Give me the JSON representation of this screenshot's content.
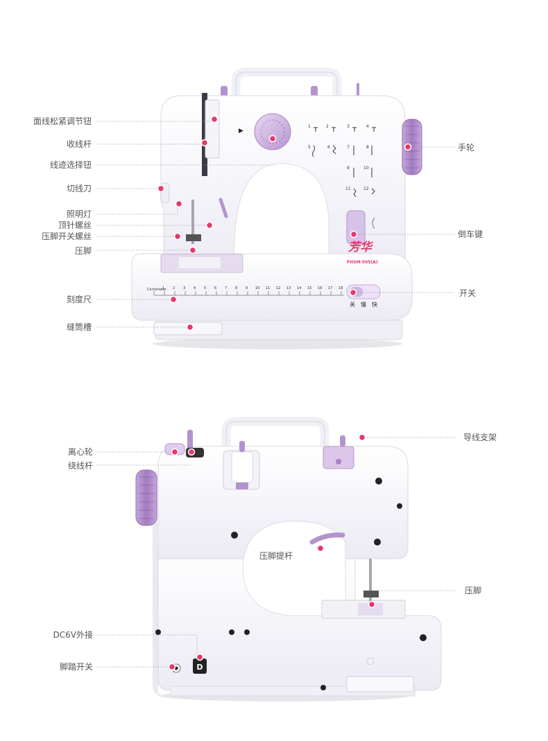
{
  "colors": {
    "accent_pink": "#e5386b",
    "purple": "#b493cc",
    "purple_light": "#dcc7ea",
    "body_white": "#f6f6fb",
    "line": "#9a9a9a"
  },
  "top_view": {
    "labels": {
      "upper_tension": "面线松紧调节钮",
      "take_up_lever": "收线杆",
      "stitch_selector": "线迹选择钮",
      "thread_cutter": "切线刀",
      "light": "照明灯",
      "needle_screw": "顶针螺丝",
      "presser_screw": "压脚开关螺丝",
      "presser_foot": "压脚",
      "ruler": "刻度尺",
      "bobbin_slot": "缝筒槽",
      "handwheel": "手轮",
      "reverse": "倒车键",
      "switch": "开关"
    },
    "brand": "芳华",
    "model": "FHSM-505(A)",
    "ruler_title": "Centimeter",
    "ruler_ticks": [
      "1",
      "2",
      "3",
      "4",
      "5",
      "6",
      "7",
      "8",
      "9",
      "10",
      "11",
      "12",
      "13",
      "14",
      "15",
      "16",
      "17",
      "18"
    ],
    "switch_labels": [
      "关",
      "慢",
      "快"
    ],
    "stitch_numbers": [
      "1",
      "2",
      "3",
      "4",
      "5",
      "6",
      "7",
      "8",
      "9",
      "10",
      "11",
      "12"
    ],
    "arrow": "▶"
  },
  "bottom_view": {
    "labels": {
      "thread_guide": "导线支架",
      "bobbin_winder": "离心轮",
      "winder_shaft": "绕线杆",
      "presser_lever": "压脚提杆",
      "presser_foot": "压脚",
      "dc_in": "DC6V外接",
      "pedal": "脚踏开关"
    }
  }
}
